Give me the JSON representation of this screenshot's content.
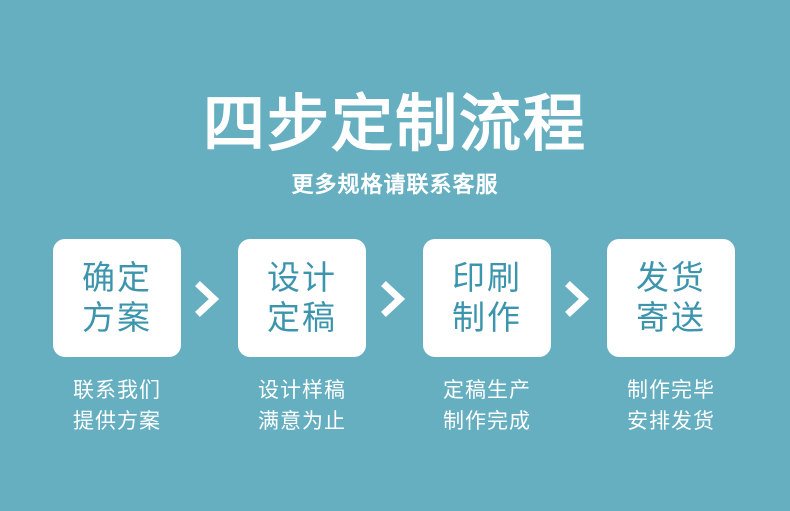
{
  "header": {
    "title": "四步定制流程",
    "subtitle": "更多规格请联系客服"
  },
  "steps": [
    {
      "card_lines": [
        "确定",
        "方案"
      ],
      "desc_lines": [
        "联系我们",
        "提供方案"
      ]
    },
    {
      "card_lines": [
        "设计",
        "定稿"
      ],
      "desc_lines": [
        "设计样稿",
        "满意为止"
      ]
    },
    {
      "card_lines": [
        "印刷",
        "制作"
      ],
      "desc_lines": [
        "定稿生产",
        "制作完成"
      ]
    },
    {
      "card_lines": [
        "发货",
        "寄送"
      ],
      "desc_lines": [
        "制作完毕",
        "安排发货"
      ]
    }
  ],
  "arrows": [
    {
      "icon": "chevron-right-icon"
    },
    {
      "icon": "chevron-right-icon"
    },
    {
      "icon": "chevron-right-icon"
    }
  ],
  "colors": {
    "background": "#65afc1",
    "card_background": "#ffffff",
    "card_text": "#3d95ad",
    "text": "#ffffff"
  }
}
